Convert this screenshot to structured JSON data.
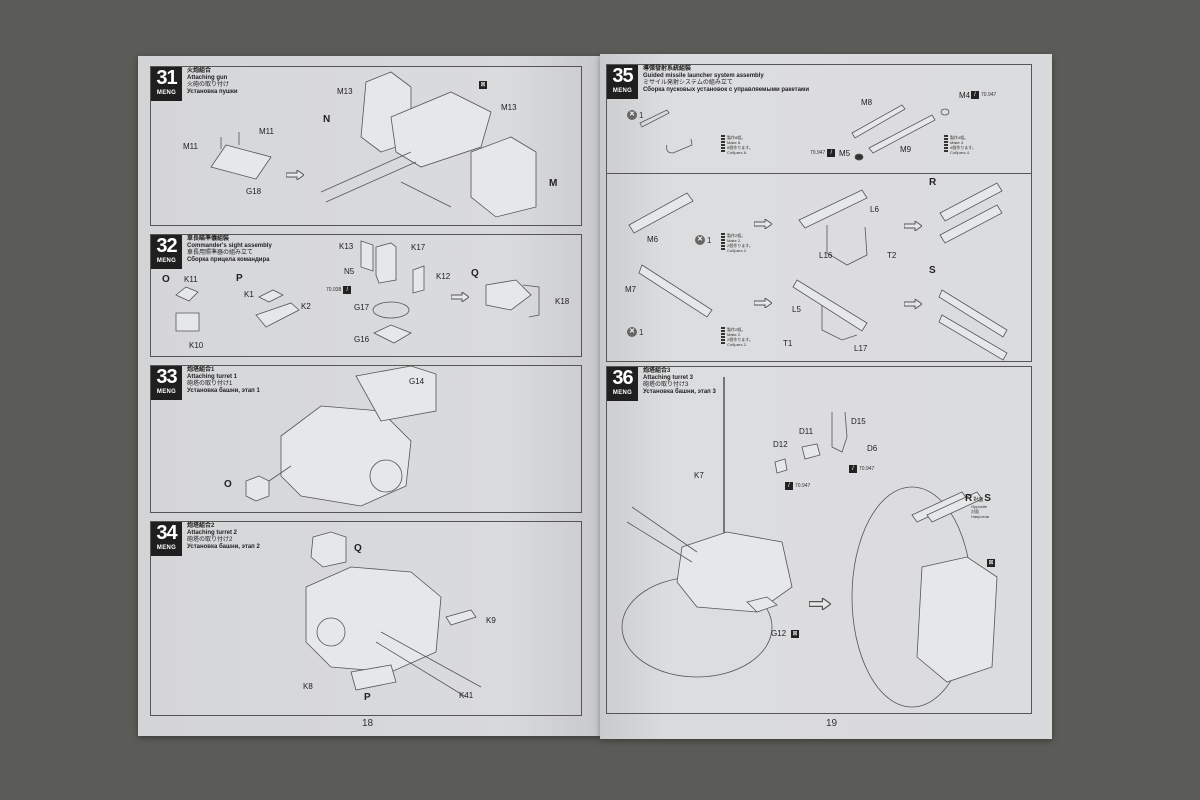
{
  "document": {
    "brand": "MENG",
    "left_page_number": "18",
    "right_page_number": "19",
    "colors": {
      "background": "#5b5b57",
      "paper": "#d7d8da",
      "badge": "#1f1f1f",
      "line": "#555555"
    }
  },
  "steps": [
    {
      "number": "31",
      "title_cn": "火炮組合",
      "title_en": "Attaching gun",
      "title_jp": "火砲の取り付け",
      "title_ru": "Установка пушки",
      "labels": [
        "M11",
        "M11",
        "G18",
        "M13",
        "N",
        "M13",
        "M"
      ],
      "icons": [
        "decal-icon"
      ]
    },
    {
      "number": "32",
      "title_cn": "車長瞄準儀組裝",
      "title_en": "Commander's sight assembly",
      "title_jp": "車長用照準器の組み立て",
      "title_ru": "Сборка прицела командира",
      "labels": [
        "O",
        "K11",
        "K10",
        "P",
        "K1",
        "K2",
        "K13",
        "K17",
        "N5",
        "K12",
        "G17",
        "G16",
        "Q",
        "K18"
      ],
      "paint": "70.938"
    },
    {
      "number": "33",
      "title_cn": "炮塔組合1",
      "title_en": "Attaching turret 1",
      "title_jp": "砲塔の取り付け1",
      "title_ru": "Установка башни, этап 1",
      "labels": [
        "G14",
        "O"
      ]
    },
    {
      "number": "34",
      "title_cn": "炮塔組合2",
      "title_en": "Attaching turret 2",
      "title_jp": "砲塔の取り付け2",
      "title_ru": "Установка башни, этап 2",
      "labels": [
        "Q",
        "K9",
        "K8",
        "P",
        "K41"
      ]
    },
    {
      "number": "35",
      "title_cn": "導彈發射系統組裝",
      "title_en": "Guided missile launcher system assembly",
      "title_jp": "ミサイル発射システムの組み立て",
      "title_ru": "Сборка пусковых установок с управляемыми ракетами",
      "labels": [
        "M8",
        "M4",
        "M5",
        "M9",
        "M6",
        "L6",
        "L16",
        "T2",
        "R",
        "M7",
        "L5",
        "T1",
        "L17",
        "S"
      ],
      "paint": "70.947",
      "quantity": "1",
      "notes": [
        {
          "cn": "製作8組。",
          "en": "Make 8.",
          "jp": "8個作ります。",
          "ru": "Собрать 8."
        },
        {
          "cn": "製作4組。",
          "en": "Make 4.",
          "jp": "4個作ります。",
          "ru": "Собрать 4."
        },
        {
          "cn": "製作2組。",
          "en": "Make 2.",
          "jp": "2個作ります。",
          "ru": "Собрать 2."
        },
        {
          "cn": "製作2組。",
          "en": "Make 2.",
          "jp": "2個作ります。",
          "ru": "Собрать 2."
        }
      ]
    },
    {
      "number": "36",
      "title_cn": "炮塔組合3",
      "title_en": "Attaching turret 3",
      "title_jp": "砲塔の取り付け3",
      "title_ru": "Установка башни, этап 3",
      "labels": [
        "K7",
        "D15",
        "D11",
        "D12",
        "D6",
        "G12",
        "R",
        "S"
      ],
      "paint": "70.947",
      "opposite": {
        "cn": "對面",
        "en": "Opposite",
        "jp": "対面",
        "ru": "Напротив"
      }
    }
  ]
}
